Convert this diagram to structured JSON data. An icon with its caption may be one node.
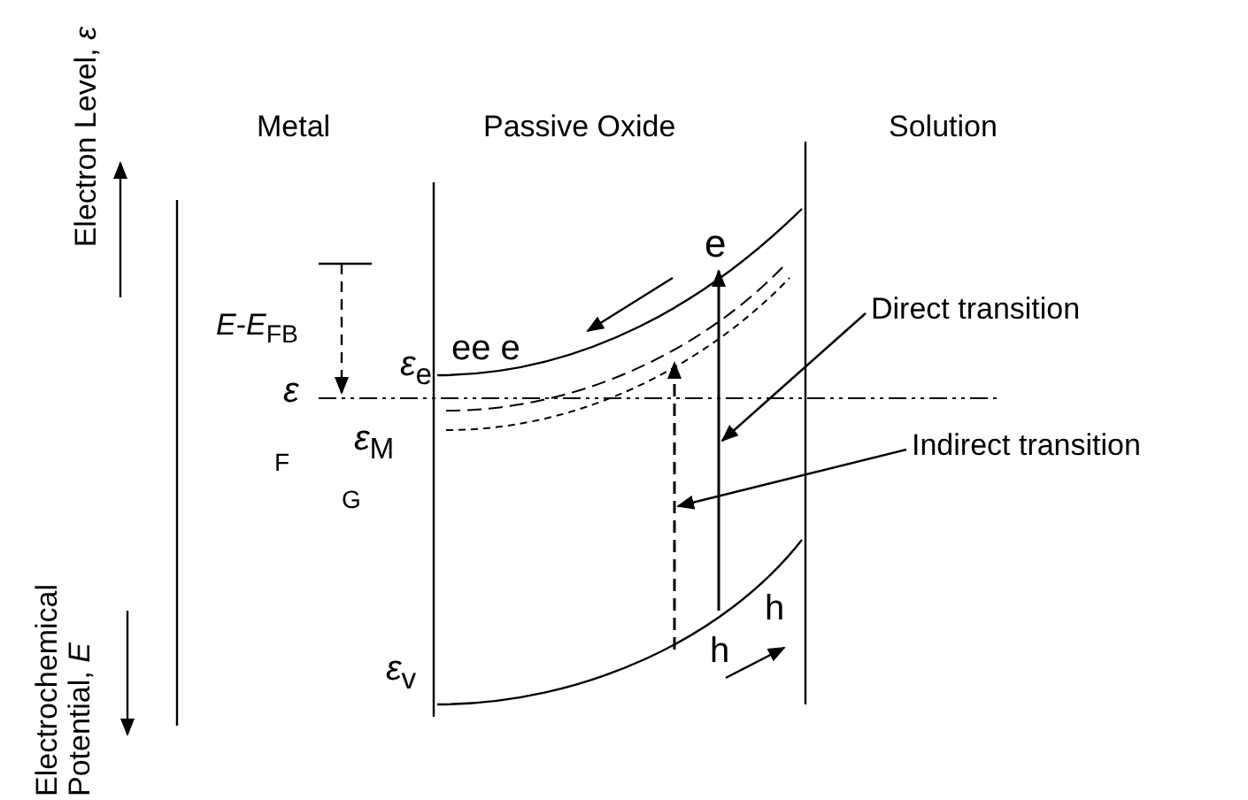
{
  "diagram": {
    "nodes": [
      {
        "text": [
          "Direct transition"
        ]
      },
      {
        "text": [],
        "shape": "arrow"
      },
      {
        "text": [
          "Indirect transition"
        ]
      },
      {
        "text": [],
        "shape": "arrow"
      }
    ],
    "edges": [
      {
        "from": 0,
        "to": 3,
        "arrow": "to"
      },
      {
        "from": 2,
        "to": 1,
        "arrow": "to"
      }
    ],
    "labels": [
      "Electron Level, *ε*",
      "Electrochemical Potential, *E*",
      "Metal",
      "Passive Oxide",
      "Solution",
      "*E*-*E*$_{FB}$",
      "*ε*",
      "F",
      "*ε*$_{M}$",
      "G",
      "*ε*$_{e}$",
      "ee e",
      "e",
      "h",
      "h",
      "*ε*$_{v}$"
    ]
  }
}
